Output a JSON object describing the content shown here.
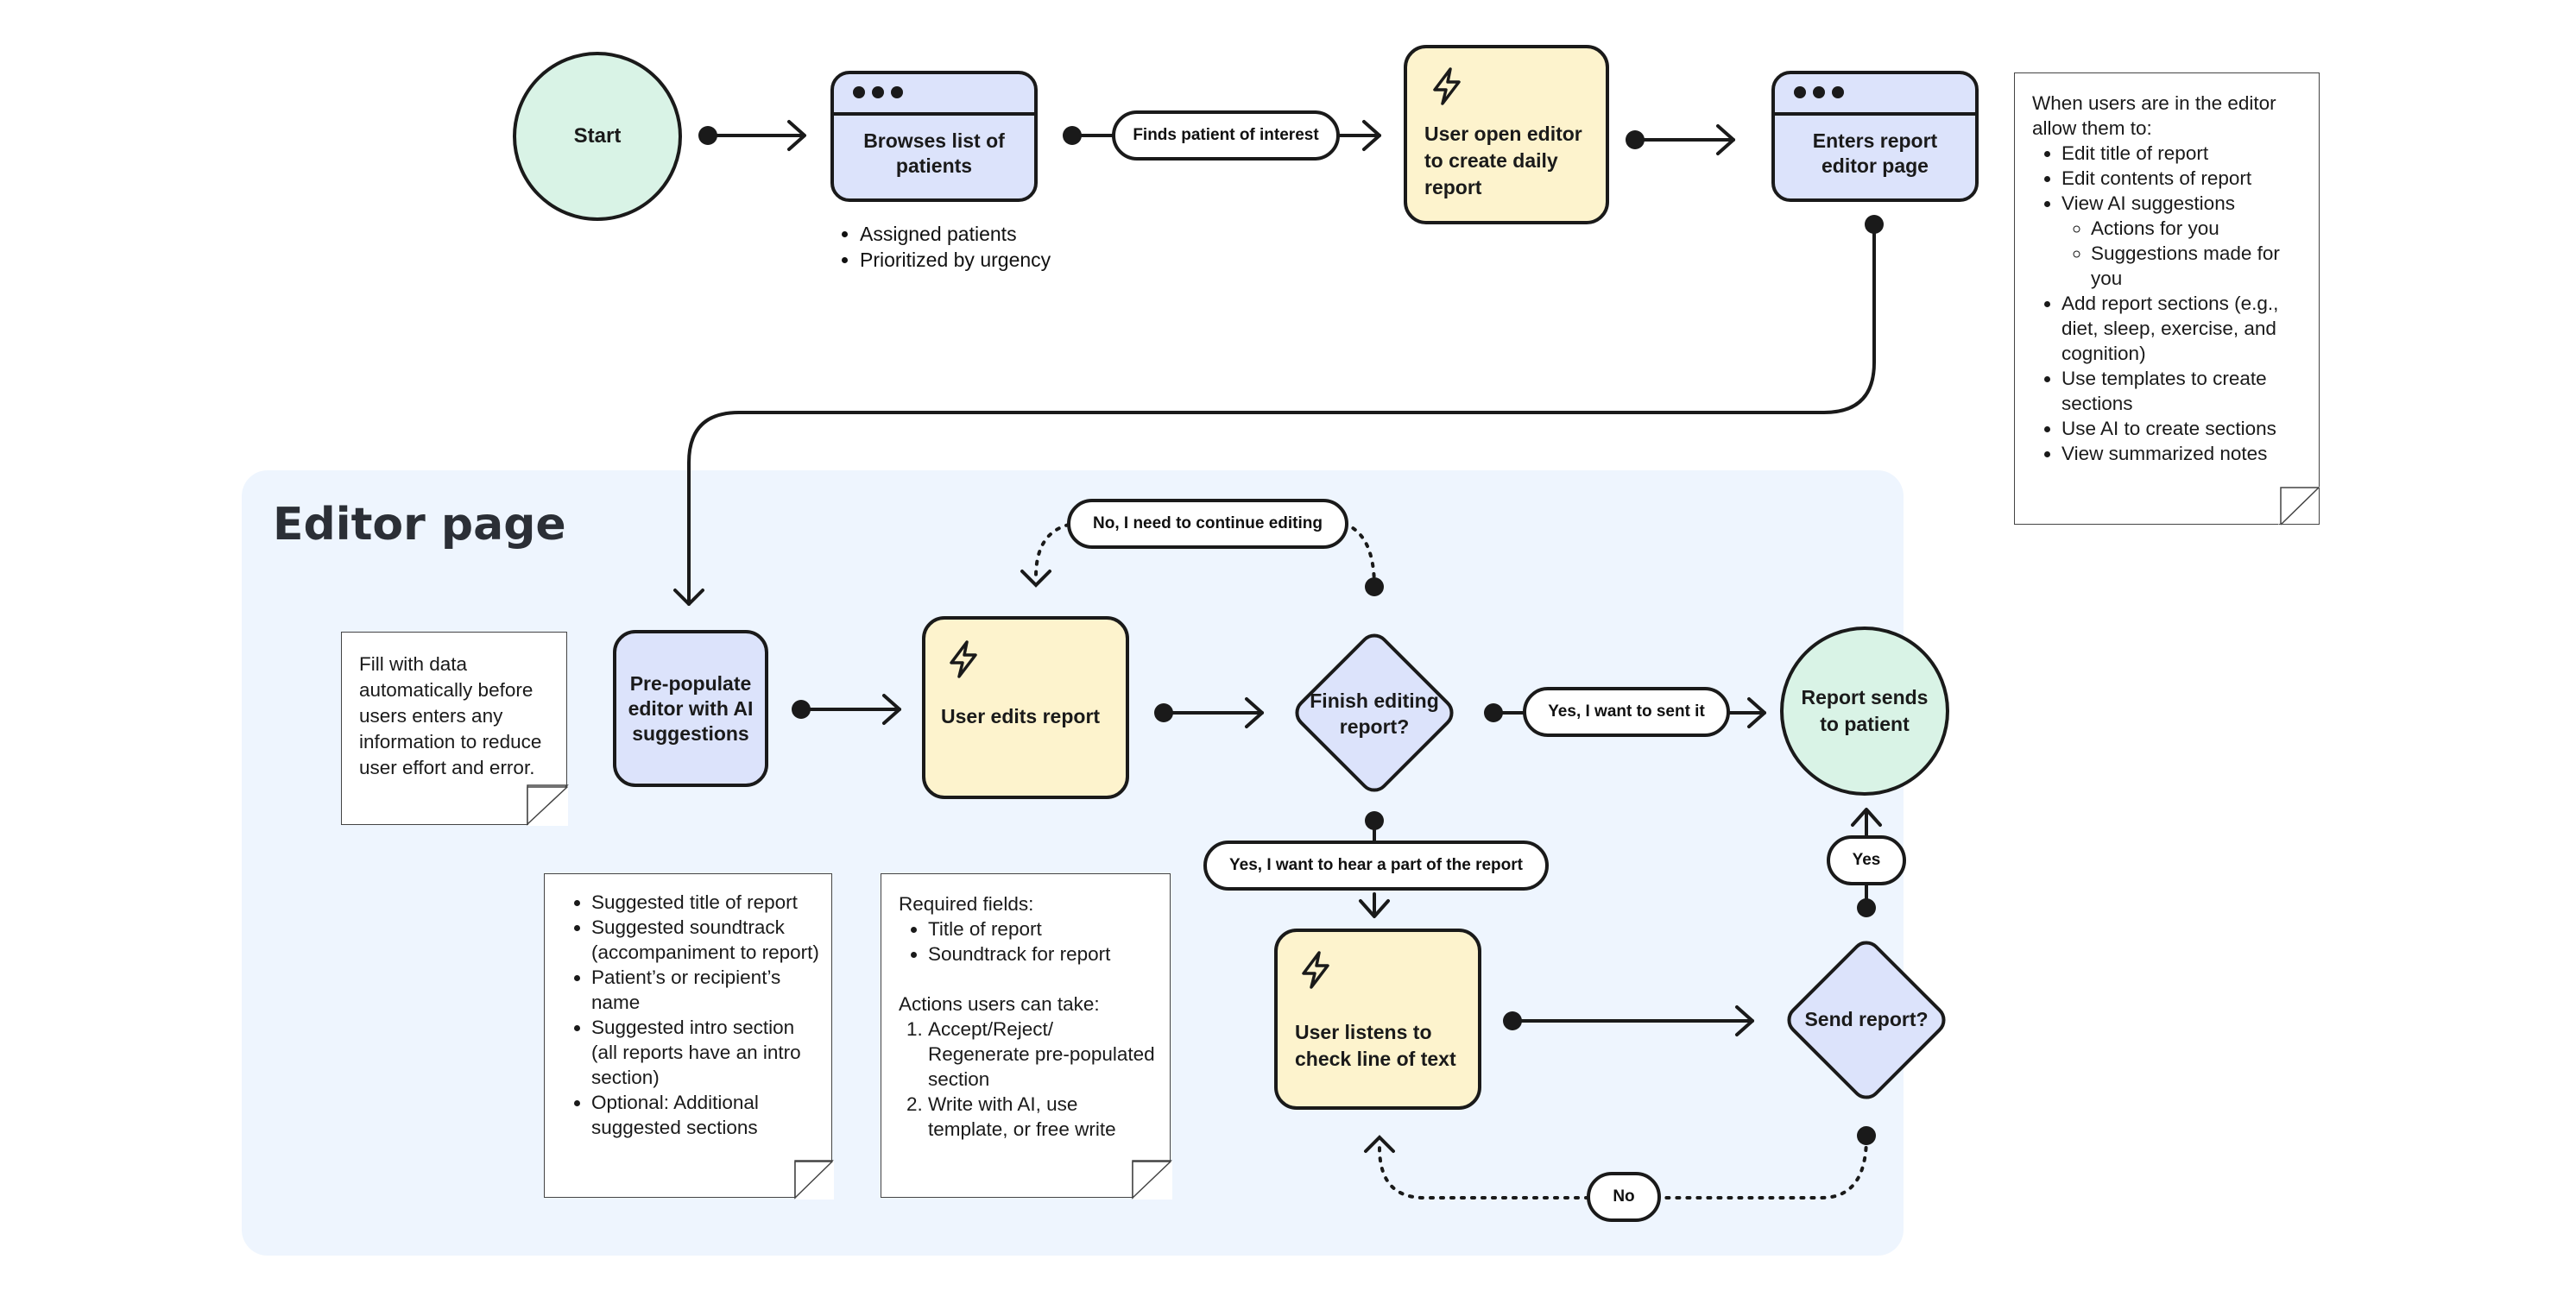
{
  "colors": {
    "green": "#d9f3e6",
    "blue": "#dce3fb",
    "yellow": "#fdf3cd",
    "region": "#eef5fe",
    "stroke": "#1a1a1a"
  },
  "section": {
    "title": "Editor page"
  },
  "nodes": {
    "start": "Start",
    "browses": "Browses list of patients",
    "open_editor": "User open editor to create daily report",
    "enters_editor": "Enters report editor page",
    "prepopulate": "Pre-populate editor with AI suggestions",
    "edits": "User edits report",
    "finish": "Finish editing report?",
    "report_sends": "Report sends to patient",
    "listens": "User listens to check line of text",
    "send_report": "Send report?"
  },
  "edge_labels": {
    "finds_patient": "Finds patient of interest",
    "continue_editing": "No, I need to continue editing",
    "want_send": "Yes, I want to sent it",
    "hear_part": "Yes, I want to hear a part of the report",
    "yes": "Yes",
    "no": "No"
  },
  "icons": [
    "browser-window-icon",
    "lightning-icon"
  ],
  "notes": {
    "browse_bullets": [
      "Assigned patients",
      "Prioritized by urgency"
    ],
    "editor_intro": "When users are in the editor allow them to:",
    "editor_items": [
      "Edit title of report",
      "Edit contents of report",
      "View AI suggestions",
      "Add report sections (e.g., diet, sleep, exercise, and cognition)",
      "Use templates to create sections",
      "Use AI to create sections",
      "View summarized notes"
    ],
    "ai_subitems": [
      "Actions for you",
      "Suggestions made for you"
    ],
    "fill_note": "Fill with data automatically before users enters any information to reduce user effort and error.",
    "suggested_items": [
      "Suggested title of report",
      "Suggested soundtrack (accompaniment to report)",
      "Patient’s or recipient’s name",
      "Suggested intro section (all reports have an intro section)",
      "Optional: Additional suggested sections"
    ],
    "required_heading": "Required fields:",
    "required_items": [
      "Title of report",
      "Soundtrack for report"
    ],
    "actions_heading": "Actions users can take:",
    "actions_items": [
      "Accept/Reject/ Regenerate pre-populated section",
      "Write with AI, use template, or free write"
    ]
  }
}
